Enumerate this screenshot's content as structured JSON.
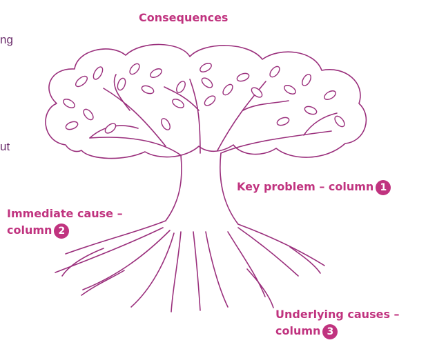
{
  "labels": {
    "consequences": "Consequences",
    "key_problem": "Key problem – column",
    "key_problem_num": "1",
    "immediate_cause_1": "Immediate cause –",
    "immediate_cause_2": "column",
    "immediate_cause_num": "2",
    "underlying_causes_1": "Underlying causes –",
    "underlying_causes_2": "column",
    "underlying_causes_num": "3"
  },
  "edge_text": {
    "top": "ng",
    "middle": "ut"
  },
  "colors": {
    "label": "#c0337f",
    "line": "#9a2f7c",
    "edge_text": "#6a2c6b"
  }
}
